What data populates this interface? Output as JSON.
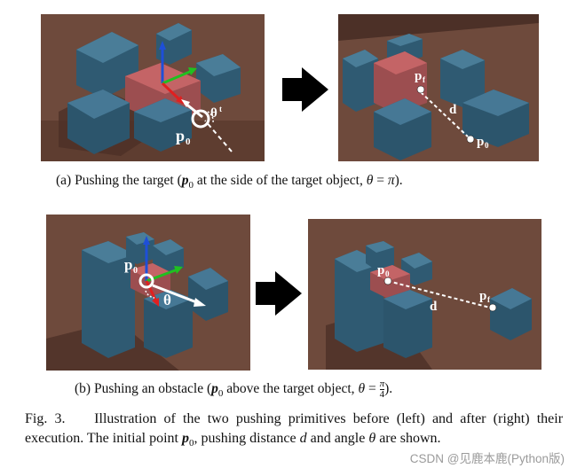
{
  "figure": {
    "panel_a_left": {
      "theta_label": "θ",
      "theta_sup": "t",
      "p_label": "p",
      "p_sub": "0"
    },
    "panel_a_right": {
      "pf_label": "p",
      "pf_sub": "f",
      "d_label": "d",
      "p0_label": "p",
      "p0_sub": "0"
    },
    "panel_b_left": {
      "p_label": "p",
      "p_sub": "0",
      "theta_label": "θ"
    },
    "panel_b_right": {
      "p0_label": "p",
      "p0_sub": "0",
      "pf_label": "p",
      "pf_sub": "f",
      "d_label": "d"
    },
    "caption_a": {
      "prefix": "(a) Pushing the target (",
      "p": "p",
      "p_sub": "0",
      "middle": " at the side of the target object, ",
      "theta": "θ",
      "equals": " = ",
      "value": "π",
      "suffix": ")."
    },
    "caption_b": {
      "prefix": "(b) Pushing an obstacle (",
      "p": "p",
      "p_sub": "0",
      "middle": " above the target object, ",
      "theta": "θ",
      "equals": " = ",
      "frac_num": "π",
      "frac_den": "4",
      "suffix": ")."
    },
    "fig_caption": {
      "label": "Fig. 3.",
      "text1": "Illustration of the two pushing primitives before (left) and after (right) their execution. The initial point ",
      "p": "p",
      "p_sub": "0",
      "text2": ", pushing distance ",
      "d": "d",
      "text3": " and angle ",
      "theta": "θ",
      "text4": " are shown."
    },
    "watermark": "CSDN @见鹿本鹿(Python版)"
  }
}
